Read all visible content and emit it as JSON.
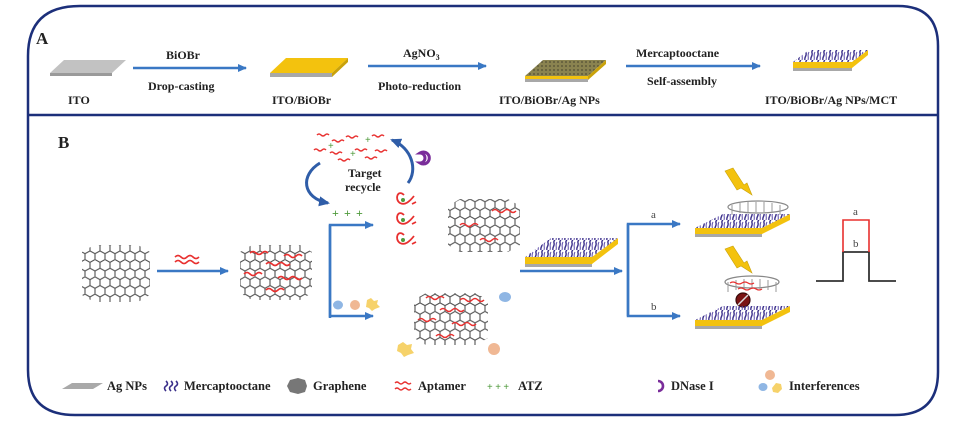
{
  "figure": {
    "panel_a": {
      "label": "A",
      "stages": [
        {
          "name": "ITO"
        },
        {
          "name": "ITO/BiOBr"
        },
        {
          "name": "ITO/BiOBr/Ag NPs"
        },
        {
          "name": "ITO/BiOBr/Ag NPs/MCT"
        }
      ],
      "steps": [
        {
          "top": "BiOBr",
          "bottom": "Drop-casting"
        },
        {
          "top": "AgNO",
          "top_sub": "3",
          "bottom": "Photo-reduction"
        },
        {
          "top": "Mercaptooctane",
          "bottom": "Self-assembly"
        }
      ]
    },
    "panel_b": {
      "label": "B",
      "recycle_label_1": "Target",
      "recycle_label_2": "recycle",
      "branch_a": "a",
      "branch_b": "b",
      "signal_a": "a",
      "signal_b": "b"
    },
    "legend": [
      {
        "icon": "ag-nps-icon",
        "label": "Ag NPs"
      },
      {
        "icon": "mercaptooctane-icon",
        "label": "Mercaptooctane"
      },
      {
        "icon": "graphene-icon",
        "label": "Graphene"
      },
      {
        "icon": "aptamer-icon",
        "label": "Aptamer"
      },
      {
        "icon": "atz-icon",
        "label": "ATZ"
      },
      {
        "icon": "dnase-icon",
        "label": "DNase I"
      },
      {
        "icon": "interferences-icon",
        "label": "Interferences"
      }
    ],
    "colors": {
      "frame": "#1c2f7a",
      "arrow": "#3a78c4",
      "bibr": "#f3c20e",
      "ito": "#b8b8b8",
      "mct": "#3a2f8a",
      "aptamer": "#e8302f",
      "atz": "#4f9a3c",
      "dnase": "#7a2d9a",
      "interf_blue": "#8fb6e4",
      "interf_orange": "#f0b894",
      "interf_yellow": "#f6d26a"
    }
  }
}
